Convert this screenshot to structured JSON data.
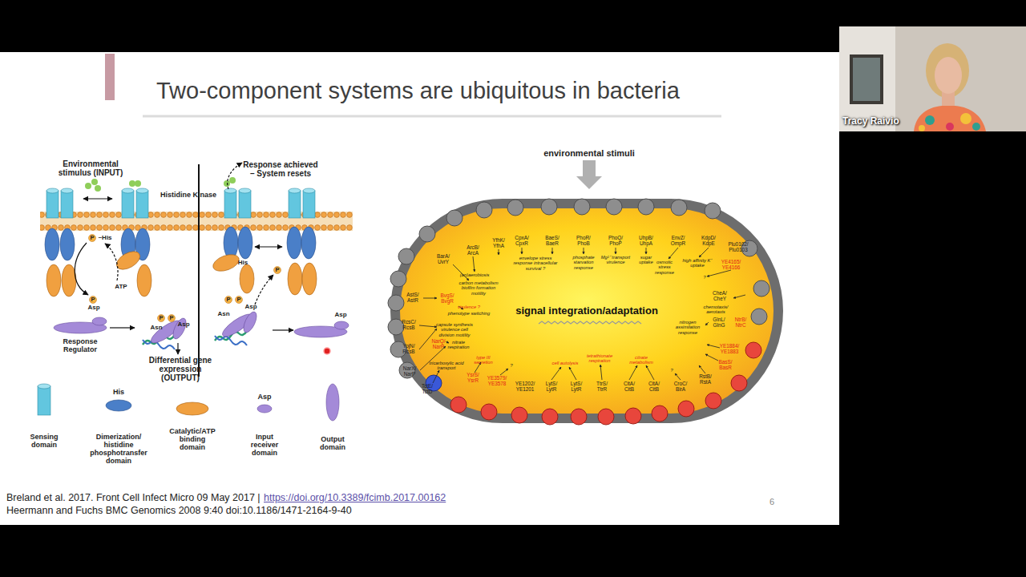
{
  "diagram": {
    "title": "Two-component systems are ubiquitous in bacteria",
    "nodes": [
      {
        "text": [
          "signal integration/adaptation"
        ]
      }
    ],
    "labels": [
      "Environmental stimulus (INPUT)",
      "Histidine Kinase",
      "P",
      "~His",
      "ATP",
      "P",
      "Asp",
      "Response Regulator",
      "P",
      "P",
      "Asp",
      "Asn",
      "Differential gene expression (OUTPUT)",
      "Response achieved – System resets",
      "His",
      "P",
      "P",
      "P",
      "Asp",
      "Asn",
      "Asp",
      "His",
      "Asp",
      "environmental stimuli",
      "BarA/ UvrY",
      "ArcB/ ArcA",
      "YfhK/ YfhA",
      "CpxA/ CpxR",
      "BaeS/ BaeR",
      "PhoR/ PhoB",
      "PhoQ/ PhoP",
      "UhpB/ UhpA",
      "EnvZ/ OmpR",
      "KdpD/ KdpE",
      "Plu0102/ Plu0103",
      "YE4165/ YE4166",
      "AstS/ AstR",
      "BvgS/ BvgR",
      "RcsC/ RcsB",
      "YojN/ RcsB",
      "NarQ/ NarP",
      "NarX/ NarP",
      "TctE/ TctD",
      "YsrS/ YsrR",
      "YE3579/ YE3578",
      "YE1202/ YE1201",
      "LytS/ LytR",
      "LytS/ LytR",
      "TtrS/ TtrR",
      "CitA/ CitB",
      "CitA/ CitB",
      "CroC/ BirA",
      "RstB/ RstA",
      "BasS/ BasR",
      "YE1884/ YE1883",
      "GlnL/ GlnG",
      "NtrB/ NtrC",
      "CheA/ CheY",
      "(an)aerobiosis",
      "carbon metabolism biofilm formation motility",
      "envelope stress response intracellular survival ?",
      "phosphate starvation response",
      "Mg²⁺ transport virulence",
      "sugar uptake",
      "osmotic stress response",
      "high affinity K⁺ uptake",
      "virulence ?",
      "phenotype switching",
      "capsule synthesis virulence cell division motility",
      "nitrate respiration",
      "tricarboxylic acid transport",
      "type III secretion",
      "cell autolysis",
      "tetrathionate respiration",
      "citrate metabolism",
      "chemotaxis/ aerotaxis",
      "nitrogen assimilation response",
      "?",
      "?",
      "?",
      "Breland et al. 2017. Front Cell Infect Micro 09 May 2017 |",
      "https://doi.org/10.3389/fcimb.2017.00162",
      "Heermann and Fuchs BMC Genomics 2008 9:40 doi:10.1186/1471-2164-9-40",
      "6",
      "Tracy Raivio"
    ],
    "legend": [
      {
        "text": "Sensing domain"
      },
      {
        "text": "Dimerization/ histidine phosphotransfer domain"
      },
      {
        "text": "Catalytic/ATP binding domain"
      },
      {
        "text": "Input receiver domain"
      },
      {
        "text": "Output domain"
      }
    ]
  }
}
